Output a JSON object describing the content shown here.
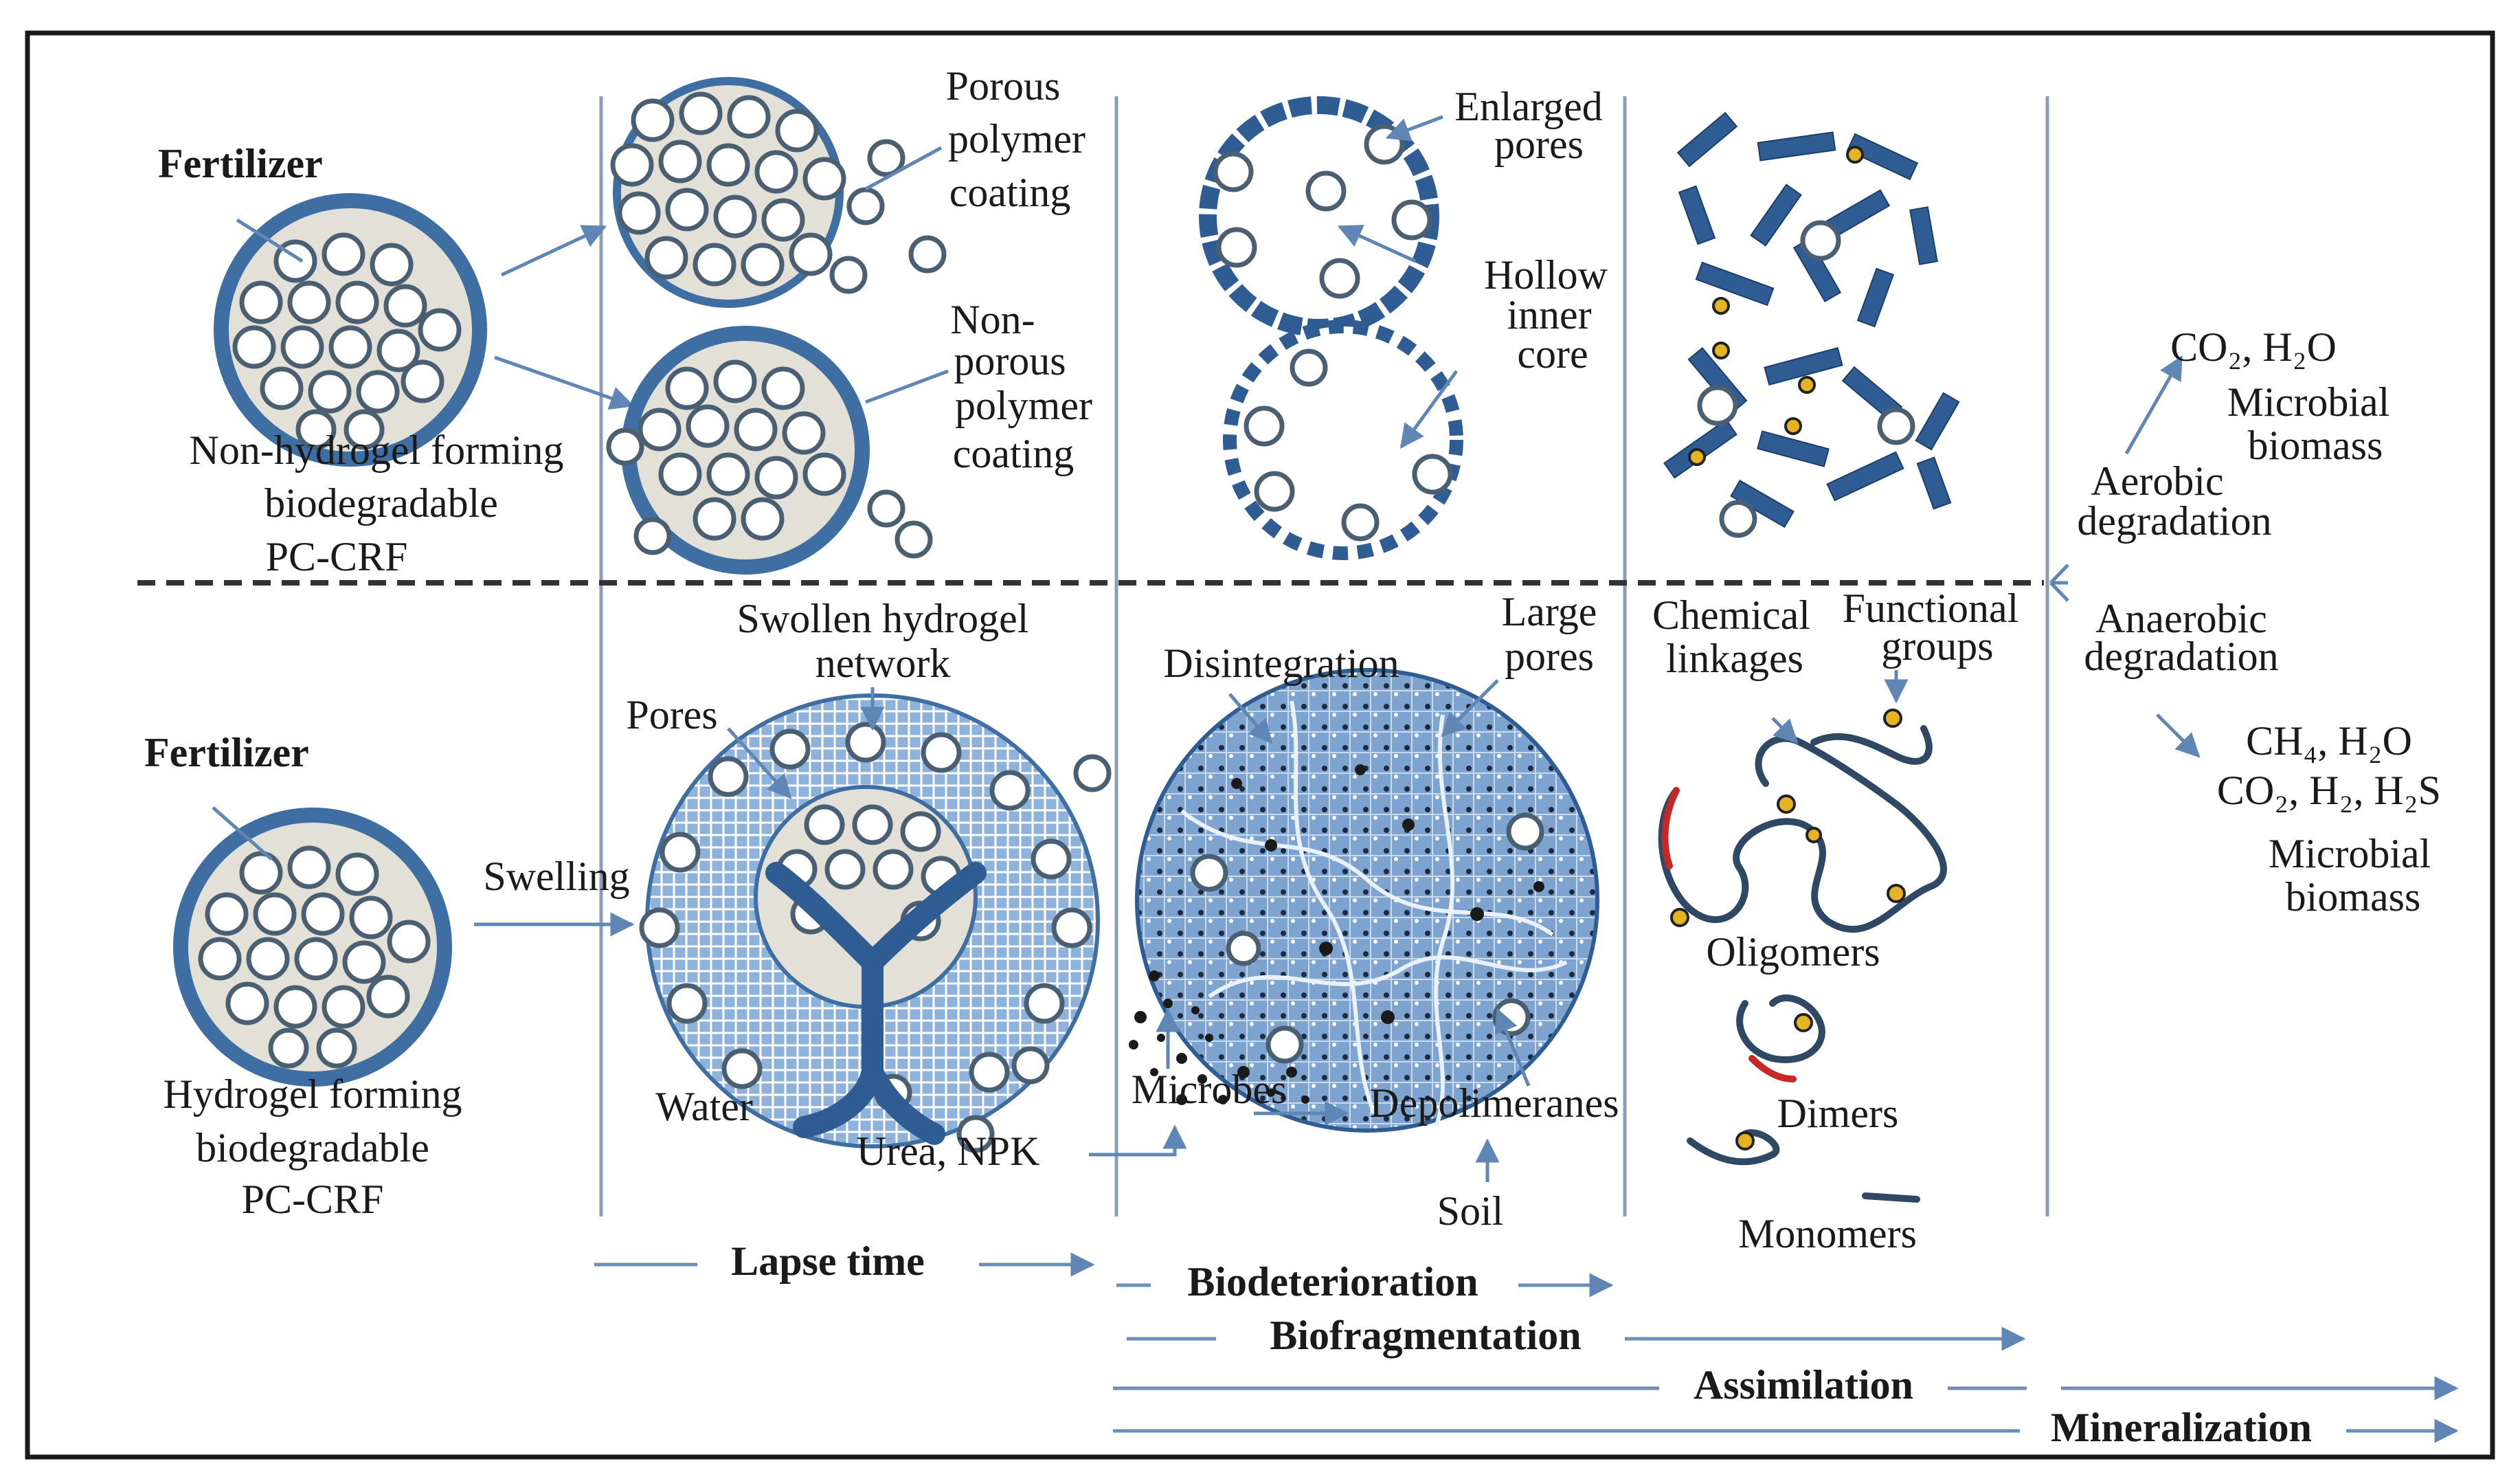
{
  "colors": {
    "coating": "#3f6ea3",
    "hydrogel": "#8eb2d9",
    "core": "#e3e1d7",
    "arrow": "#5f86b4",
    "functional_group": "#e6b422"
  },
  "labels": {
    "top_fertilizer": "Fertilizer",
    "top_crf_1": "Non-hydrogel forming",
    "top_crf_2": "biodegradable",
    "top_crf_3": "PC-CRF",
    "porous_1": "Porous",
    "porous_2": "polymer",
    "porous_3": "coating",
    "nonporous_1": "Non-",
    "nonporous_2": "porous",
    "nonporous_3": "polymer",
    "nonporous_4": "coating",
    "enlarged_1": "Enlarged",
    "enlarged_2": "pores",
    "hollow_1": "Hollow",
    "hollow_2": "inner",
    "hollow_3": "core",
    "co2_h2o": "CO₂, H₂O",
    "microbial_top_1": "Microbial",
    "microbial_top_2": "biomass",
    "aerobic_1": "Aerobic",
    "aerobic_2": "degradation",
    "anaerobic_1": "Anaerobic",
    "anaerobic_2": "degradation",
    "ch4_h2o": "CH₄, H₂O",
    "co2_h2_h2s": "CO₂, H₂, H₂S",
    "microbial_bot_1": "Microbial",
    "microbial_bot_2": "biomass",
    "bot_fertilizer": "Fertilizer",
    "bot_crf_1": "Hydrogel forming",
    "bot_crf_2": "biodegradable",
    "bot_crf_3": "PC-CRF",
    "swelling": "Swelling",
    "swollen_1": "Swollen hydrogel",
    "swollen_2": "network",
    "pores": "Pores",
    "water": "Water",
    "urea_npk": "Urea, NPK",
    "disintegration": "Disintegration",
    "large_1": "Large",
    "large_2": "pores",
    "microbes": "Microbes",
    "depolimeranes": "Depolimeranes",
    "soil": "Soil",
    "chemical_1": "Chemical",
    "chemical_2": "linkages",
    "functional_1": "Functional",
    "functional_2": "groups",
    "oligomers": "Oligomers",
    "dimers": "Dimers",
    "monomers": "Monomers"
  },
  "timeline": {
    "lapse_time": "Lapse time",
    "biodeterioration": "Biodeterioration",
    "biofragmentation": "Biofragmentation",
    "assimilation": "Assimilation",
    "mineralization": "Mineralization"
  }
}
